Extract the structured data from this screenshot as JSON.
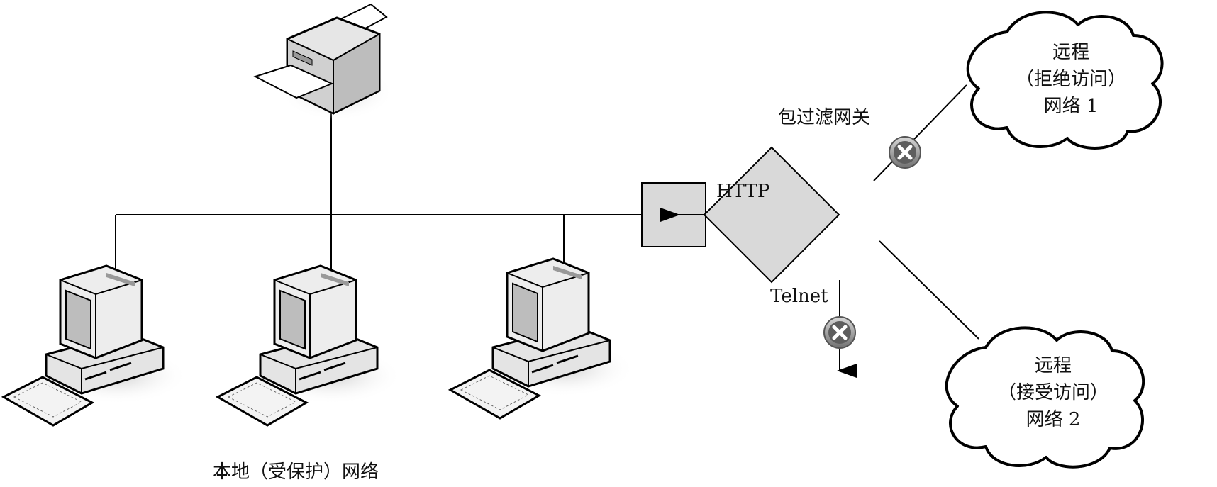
{
  "labels": {
    "gateway": "包过滤网关",
    "http": "HTTP",
    "telnet": "Telnet",
    "local_network": "本地（受保护）网络",
    "remote1": [
      "远程",
      "（拒绝访问）",
      "网络 1"
    ],
    "remote2": [
      "远程",
      "（接受访问）",
      "网络 2"
    ]
  },
  "nodes": {
    "printer": "printer-icon",
    "computers": [
      "computer-icon",
      "computer-icon",
      "computer-icon"
    ],
    "gateway": "diamond-gateway",
    "router_box": "square-box",
    "blocked": [
      "blocked-icon",
      "blocked-icon"
    ]
  },
  "colors": {
    "line": "#000000",
    "fill_gray": "#d9d9d9",
    "blocked_red": "#b01c1c"
  }
}
